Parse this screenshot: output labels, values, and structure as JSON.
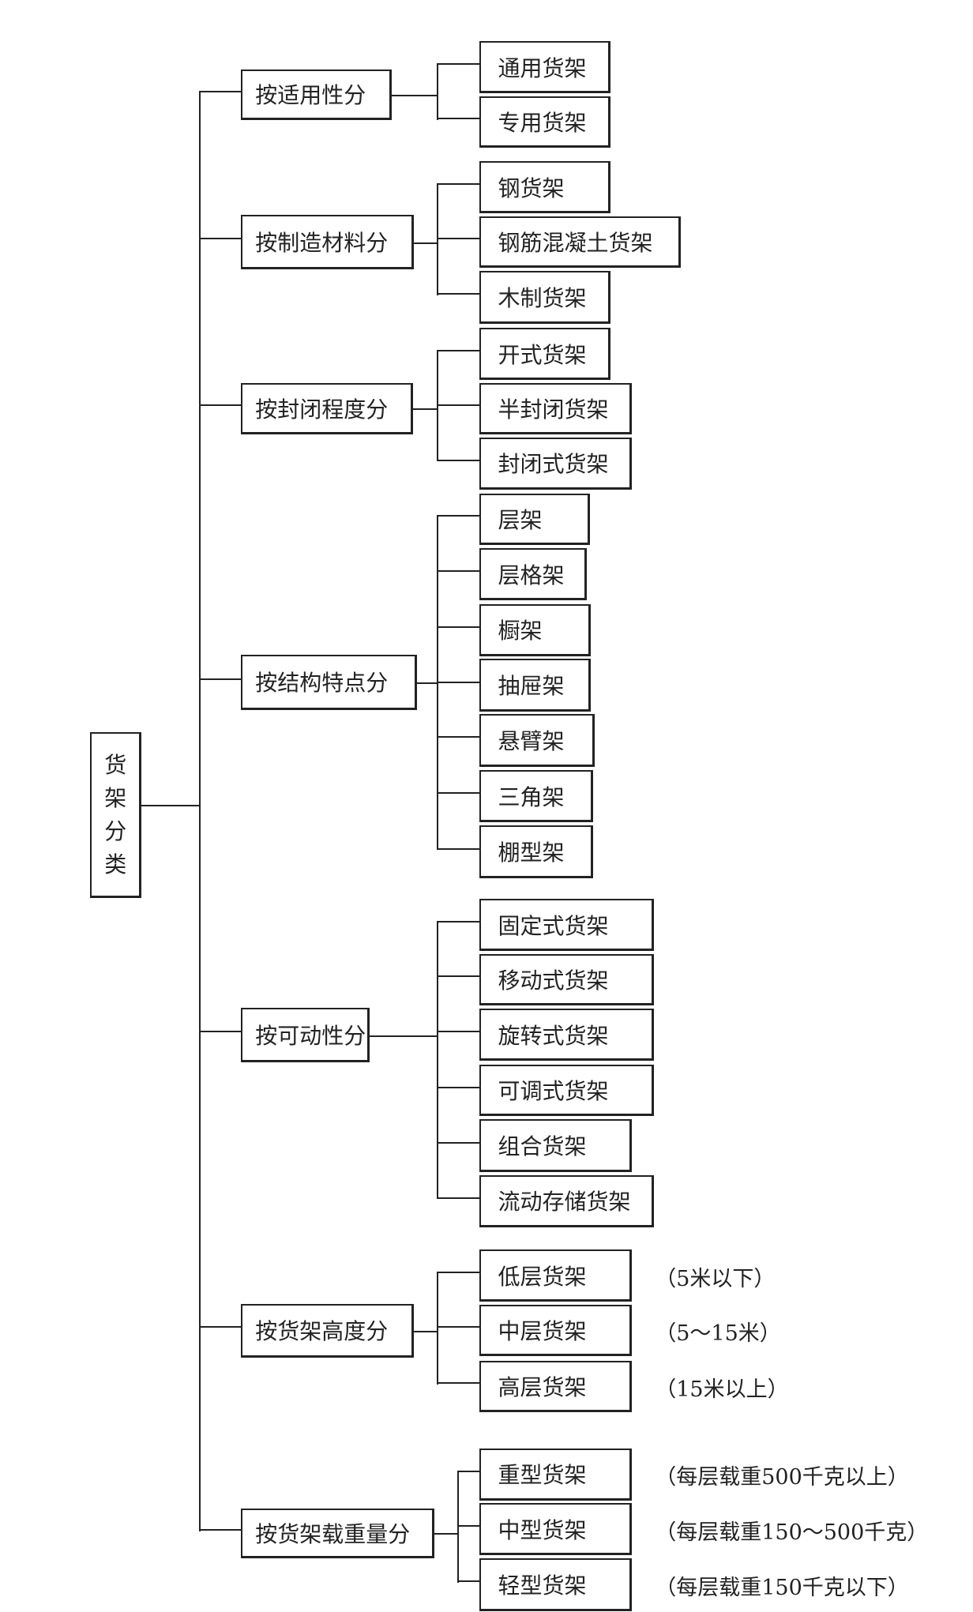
{
  "root": {
    "chars": [
      "货",
      "架",
      "分",
      "类"
    ]
  },
  "categories": [
    {
      "label": "按适用性分",
      "items": [
        {
          "label": "通用货架"
        },
        {
          "label": "专用货架"
        }
      ]
    },
    {
      "label": "按制造材料分",
      "items": [
        {
          "label": "钢货架"
        },
        {
          "label": "钢筋混凝土货架"
        },
        {
          "label": "木制货架"
        }
      ]
    },
    {
      "label": "按封闭程度分",
      "items": [
        {
          "label": "开式货架"
        },
        {
          "label": "半封闭货架"
        },
        {
          "label": "封闭式货架"
        }
      ]
    },
    {
      "label": "按结构特点分",
      "items": [
        {
          "label": "层架"
        },
        {
          "label": "层格架"
        },
        {
          "label": "橱架"
        },
        {
          "label": "抽屉架"
        },
        {
          "label": "悬臂架"
        },
        {
          "label": "三角架"
        },
        {
          "label": "棚型架"
        }
      ]
    },
    {
      "label": "按可动性分",
      "items": [
        {
          "label": "固定式货架"
        },
        {
          "label": "移动式货架"
        },
        {
          "label": "旋转式货架"
        },
        {
          "label": "可调式货架"
        },
        {
          "label": "组合货架"
        },
        {
          "label": "流动存储货架"
        }
      ]
    },
    {
      "label": "按货架高度分",
      "items": [
        {
          "label": "低层货架",
          "note": "（5米以下）"
        },
        {
          "label": "中层货架",
          "note": "（5～15米）"
        },
        {
          "label": "高层货架",
          "note": "（15米以上）"
        }
      ]
    },
    {
      "label": "按货架载重量分",
      "items": [
        {
          "label": "重型货架",
          "note": "（每层载重500千克以上）"
        },
        {
          "label": "中型货架",
          "note": "（每层载重150～500千克）"
        },
        {
          "label": "轻型货架",
          "note": "（每层载重150千克以下）"
        }
      ]
    }
  ]
}
